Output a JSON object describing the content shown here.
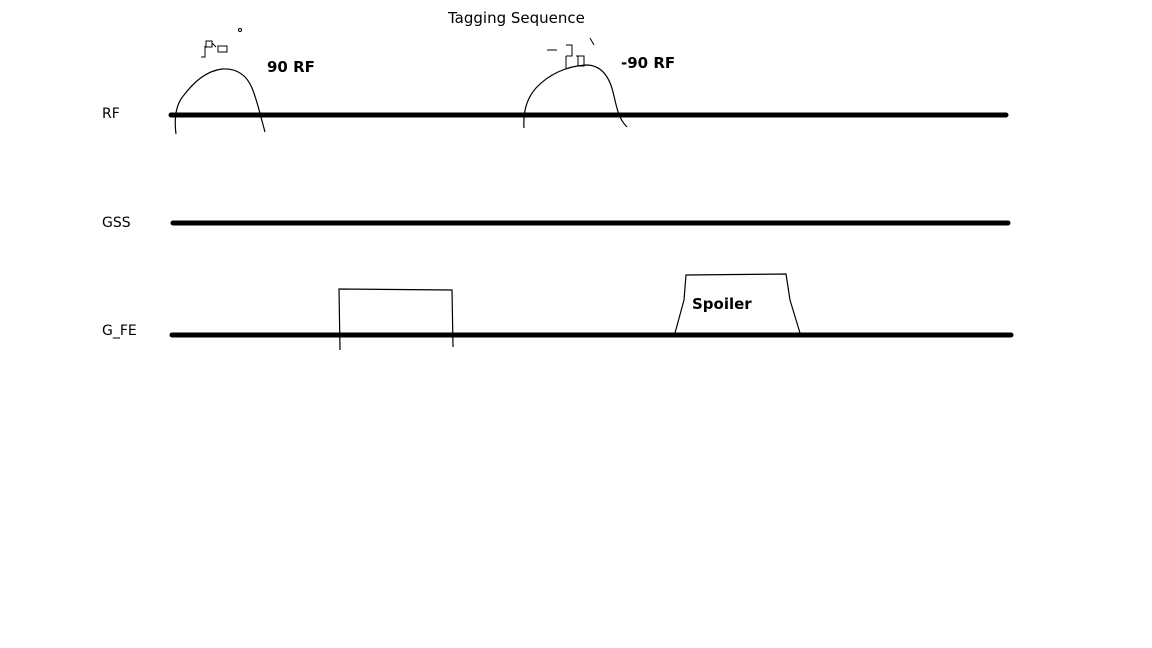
{
  "title": "Tagging Sequence",
  "rows": {
    "rf": "RF",
    "gss": "GSS",
    "gfe": "G_FE"
  },
  "pulses": {
    "rf_first": "90 RF",
    "rf_second": "-90 RF",
    "spoiler": "Spoiler"
  },
  "colors": {
    "line": "#000000",
    "background": "#ffffff"
  }
}
